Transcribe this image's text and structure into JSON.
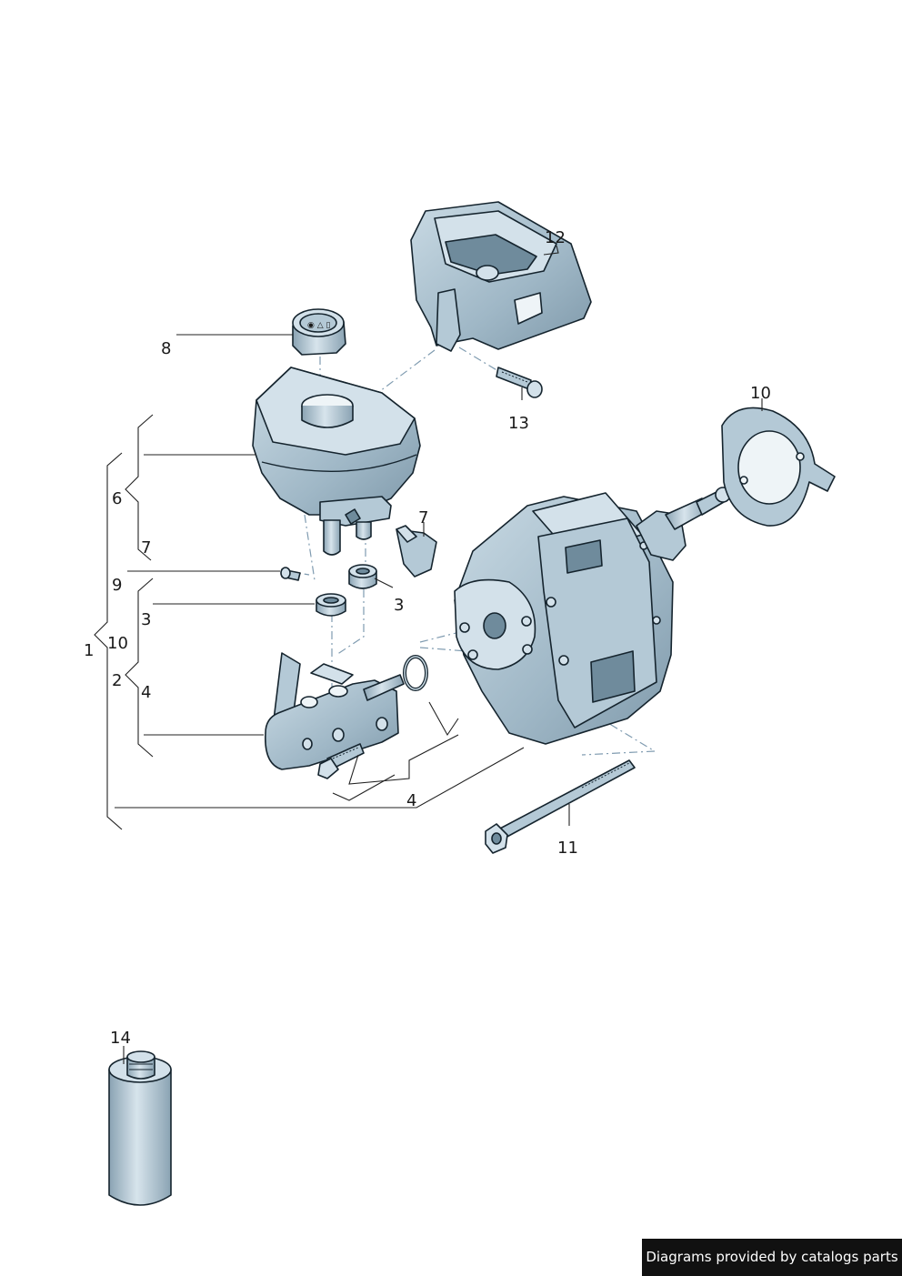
{
  "callouts": {
    "c12": "12",
    "c8": "8",
    "c13": "13",
    "c10": "10",
    "c6": "6",
    "c7a": "7",
    "c7b": "7",
    "c9": "9",
    "c3a": "3",
    "c3b": "3",
    "c1": "1",
    "c10b": "10",
    "c2": "2",
    "c4a": "4",
    "c4b": "4",
    "c11": "11",
    "c14": "14"
  },
  "footer": {
    "text": "Diagrams provided by catalogs parts"
  },
  "colors": {
    "part_fill": "#b4c9d6",
    "part_outline": "#15242e",
    "footer_bg": "#111111"
  }
}
